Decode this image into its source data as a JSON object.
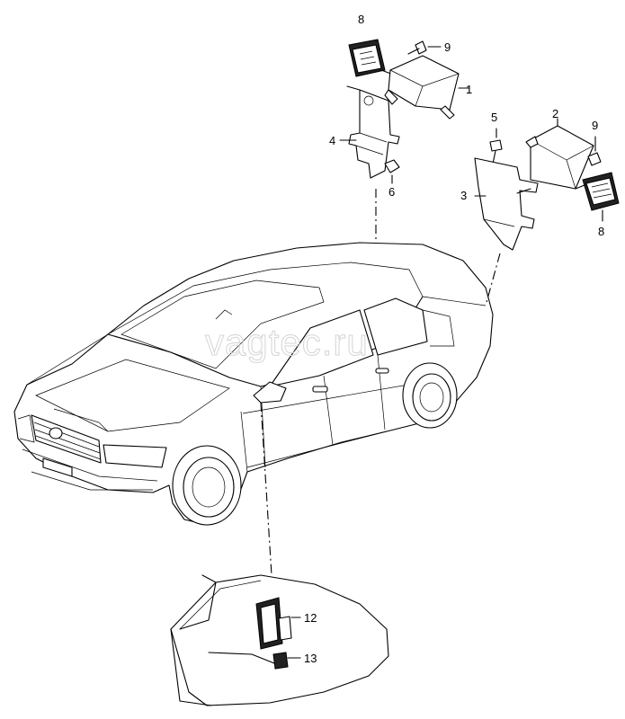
{
  "watermark": "vagtec.ru",
  "callouts": [
    {
      "id": "1",
      "label": "1"
    },
    {
      "id": "2",
      "label": "2"
    },
    {
      "id": "3",
      "label": "3"
    },
    {
      "id": "4",
      "label": "4"
    },
    {
      "id": "5",
      "label": "5"
    },
    {
      "id": "6",
      "label": "6"
    },
    {
      "id": "8a",
      "label": "8"
    },
    {
      "id": "8b",
      "label": "8"
    },
    {
      "id": "9a",
      "label": "9"
    },
    {
      "id": "9b",
      "label": "9"
    },
    {
      "id": "12",
      "label": "12"
    },
    {
      "id": "13",
      "label": "13"
    }
  ]
}
